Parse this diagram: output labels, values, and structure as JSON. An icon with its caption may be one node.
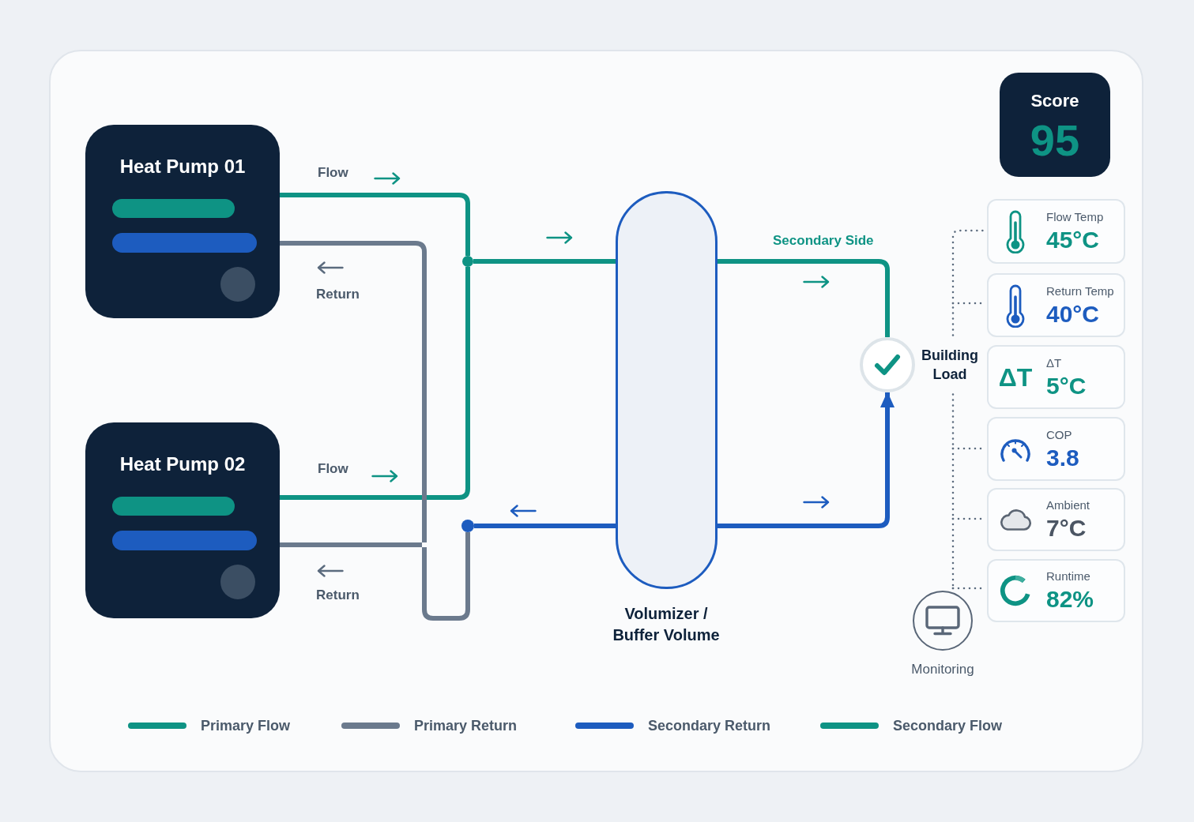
{
  "diagram": {
    "nodes": [
      {
        "text": [
          "Heat Pump 01"
        ]
      },
      {
        "text": [
          "Heat Pump 02"
        ]
      },
      {
        "text": [],
        "shape": "circle"
      },
      {
        "text": [],
        "shape": "circle"
      },
      {
        "text": [],
        "shape": "cylinder",
        "beside": [
          "Volumizer / Buffer Volume"
        ]
      },
      {
        "text": [
          "Building Load"
        ]
      },
      {
        "text": [
          "Score",
          "95"
        ]
      },
      {
        "text": [
          "Flow Temp",
          "45°C"
        ]
      },
      {
        "text": [
          "Return Temp",
          "40°C"
        ]
      },
      {
        "text": [
          "ΔT",
          "ΔT",
          "5°C"
        ]
      },
      {
        "text": [
          "COP",
          "3.8"
        ]
      },
      {
        "text": [
          "Ambient",
          "7°C"
        ]
      },
      {
        "text": [
          "Runtime",
          "82%"
        ]
      },
      {
        "text": [],
        "shape": "circle",
        "beside": [
          "Monitoring"
        ]
      }
    ],
    "edges": [
      {
        "from": 0,
        "to": 2,
        "arrow": "none",
        "color": "#0e9384"
      },
      {
        "from": 1,
        "to": 2,
        "arrow": "none",
        "color": "#0e9384"
      },
      {
        "from": 2,
        "to": 4,
        "arrow": "none",
        "color": "#0e9384"
      },
      {
        "from": 4,
        "to": 3,
        "arrow": "none",
        "color": "#1d5cbf"
      },
      {
        "from": 3,
        "to": 0,
        "arrow": "none",
        "color": "#6b7a8d"
      },
      {
        "from": 3,
        "to": 1,
        "arrow": "none",
        "color": "#6b7a8d"
      },
      {
        "from": 4,
        "to": 5,
        "arrow": "none",
        "color": "#0e9384"
      },
      {
        "from": 4,
        "to": 5,
        "arrow": "to",
        "color": "#1d5cbf"
      },
      {
        "from": 5,
        "to": 7,
        "arrow": "none",
        "style": "dashed"
      },
      {
        "from": 5,
        "to": 8,
        "arrow": "none",
        "style": "dashed"
      },
      {
        "from": 5,
        "to": 10,
        "arrow": "none",
        "style": "dashed"
      },
      {
        "from": 5,
        "to": 11,
        "arrow": "none",
        "style": "dashed"
      },
      {
        "from": 5,
        "to": 12,
        "arrow": "none",
        "style": "dashed"
      },
      {
        "from": 5,
        "to": 13,
        "arrow": "none",
        "style": "dashed"
      }
    ],
    "labels": [
      "Flow",
      "Return",
      "Flow",
      "Return",
      "Secondary Side"
    ],
    "legend": [
      {
        "text": "Primary Flow",
        "color": "#0e9384"
      },
      {
        "text": "Primary Return",
        "color": "#6b7a8d"
      },
      {
        "text": "Secondary Return",
        "color": "#1d5cbf"
      },
      {
        "text": "Secondary Flow",
        "color": "#0e9384"
      }
    ]
  }
}
